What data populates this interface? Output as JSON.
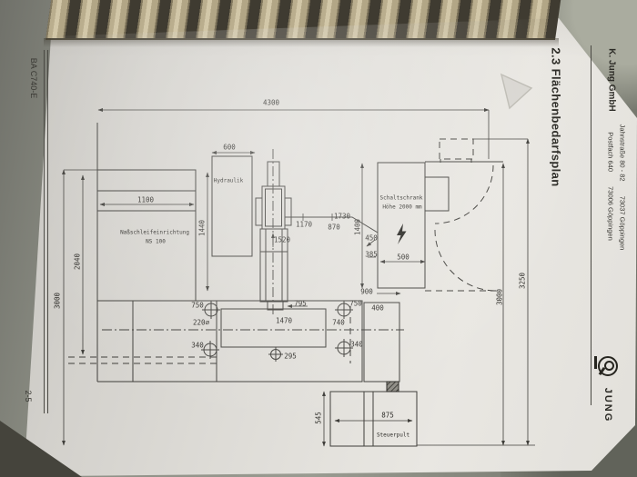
{
  "binding": {
    "type": "plastic comb binding"
  },
  "page": {
    "header": {
      "title": "2.3 Flächenbedarfsplan",
      "company": "K. Jung GmbH",
      "address_po": "Postfach 640",
      "address_city_po": "73006 Göppingen",
      "address_street": "Jahnstraße 80 - 82",
      "address_city": "73037 Göppingen",
      "logo_text": "JUNG"
    },
    "footer": {
      "doc_ref": "BA C740-E",
      "page_number": "2-5"
    }
  },
  "drawing": {
    "units": {
      "hydraulik": "Hydraulik",
      "nass_line1": "Naßschleifeinrichtung",
      "nass_line2": "NS 100",
      "schaltschrank_line1": "Schaltschrank",
      "schaltschrank_line2": "Höhe 2000 mm",
      "steuerpult": "Steuerpult"
    },
    "dims": {
      "overall_width": "4300",
      "hydraulik_width": "600",
      "nass_width": "1100",
      "nass_height": "1440",
      "left_depth": "2040",
      "left_total": "3000",
      "pos_x1": "1170",
      "pos_x2": "1730",
      "pos_y2": "870",
      "spindle_pos": "1520",
      "cab_platform": "1400",
      "cab_offset1": "450",
      "cab_offset2": "385",
      "cab_width": "500",
      "right_depth": "3000",
      "right_total": "3250",
      "door_clearance": "900",
      "side_box_width": "400",
      "pad_up_left": "750",
      "pad_diameter": "220⌀",
      "pad_down_left": "340",
      "base_overhang": "795",
      "table_length": "1470",
      "pad_up_right": "750",
      "table_travel": "740",
      "pad_down_right": "340",
      "pad_mid": "295",
      "pult_width": "875",
      "pult_depth": "545"
    }
  }
}
